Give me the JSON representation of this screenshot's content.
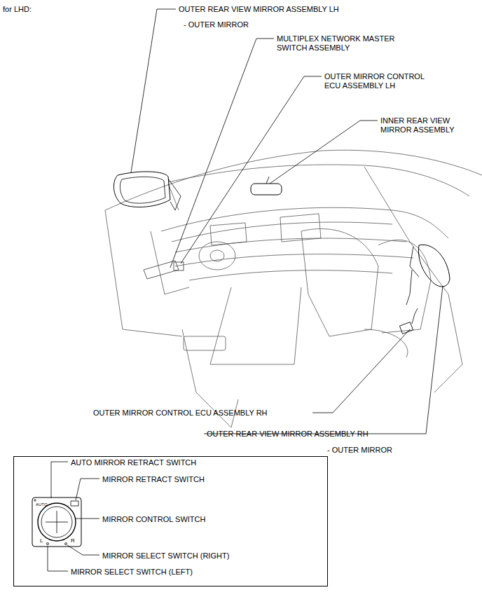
{
  "diagram": {
    "title": "for LHD:",
    "nodes": [
      {
        "text": [
          "AUTO MIRROR RETRACT SWITCH",
          "MIRROR RETRACT SWITCH",
          "MIRROR CONTROL SWITCH",
          "MIRROR SELECT SWITCH (RIGHT)",
          "MIRROR SELECT SWITCH (LEFT)",
          "AUTO",
          "L",
          "R"
        ]
      }
    ],
    "labels": [
      "OUTER REAR VIEW MIRROR ASSEMBLY LH",
      "- OUTER MIRROR",
      "MULTIPLEX NETWORK MASTER SWITCH ASSEMBLY",
      "OUTER MIRROR CONTROL ECU ASSEMBLY LH",
      "INNER REAR VIEW MIRROR ASSEMBLY",
      "OUTER MIRROR CONTROL ECU ASSEMBLY RH",
      "OUTER REAR VIEW MIRROR ASSEMBLY RH",
      "- OUTER MIRROR"
    ]
  }
}
